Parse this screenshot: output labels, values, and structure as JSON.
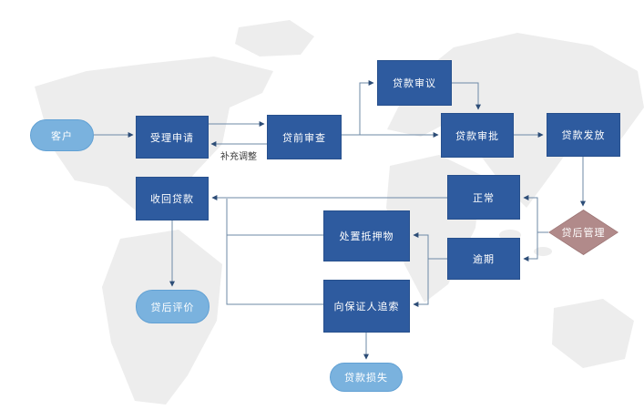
{
  "colors": {
    "process-fill": "#2e5b9f",
    "process-border": "#27508d",
    "terminator-fill": "#7ab2de",
    "terminator-border": "#62a1d4",
    "decision-fill": "#b18a8a",
    "decision-border": "#9a7272",
    "line": "#6d89a6",
    "arrow": "#2d4d77",
    "label-text": "#3a3a3a",
    "node-text": "#ffffff",
    "map": "#ededed",
    "background": "#ffffff"
  },
  "nodes": {
    "customer": {
      "label": "客户",
      "type": "terminator"
    },
    "accept_application": {
      "label": "受理申请",
      "type": "process"
    },
    "pre_loan_review": {
      "label": "贷前审查",
      "type": "process"
    },
    "loan_deliberation": {
      "label": "贷款审议",
      "type": "process"
    },
    "loan_approval": {
      "label": "贷款审批",
      "type": "process"
    },
    "loan_disbursement": {
      "label": "贷款发放",
      "type": "process"
    },
    "post_loan_management": {
      "label": "贷后管理",
      "type": "decision"
    },
    "normal": {
      "label": "正常",
      "type": "process"
    },
    "overdue": {
      "label": "逾期",
      "type": "process"
    },
    "recover_loan": {
      "label": "收回贷款",
      "type": "process"
    },
    "dispose_collateral": {
      "label": "处置抵押物",
      "type": "process"
    },
    "pursue_guarantor": {
      "label": "向保证人追索",
      "type": "process"
    },
    "post_loan_evaluation": {
      "label": "贷后评价",
      "type": "terminator"
    },
    "loan_loss": {
      "label": "贷款损失",
      "type": "terminator"
    }
  },
  "edge_labels": {
    "supplement_adjustment": "补充调整"
  }
}
